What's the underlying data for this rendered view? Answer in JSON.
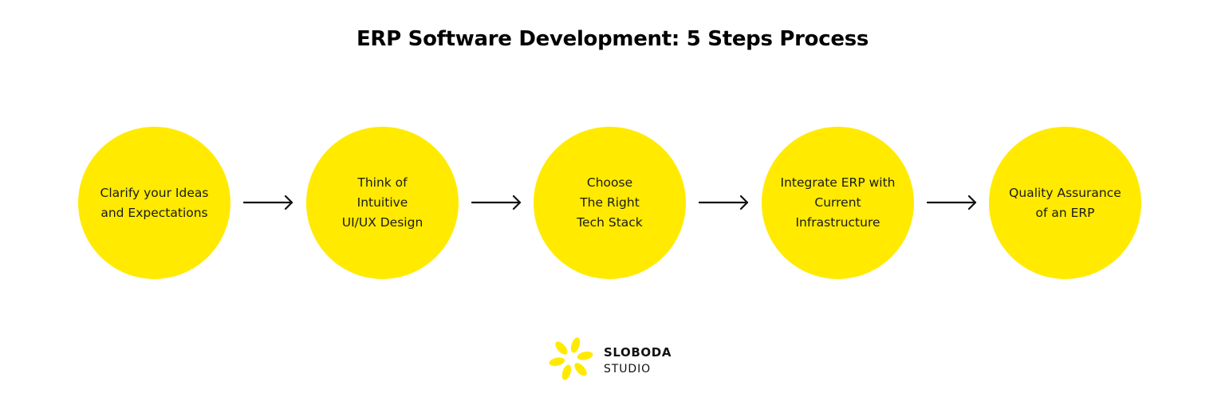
{
  "title": "ERP Software Development: 5 Steps Process",
  "steps": [
    {
      "label": "Clarify your Ideas\nand Expectations"
    },
    {
      "label": "Think of\nIntuitive\nUI/UX Design"
    },
    {
      "label": "Choose\nThe Right\nTech Stack"
    },
    {
      "label": "Integrate ERP with\nCurrent\nInfrastructure"
    },
    {
      "label": "Quality Assurance\nof an ERP"
    }
  ],
  "logo": {
    "name": "SLOBODA",
    "subtitle": "STUDIO",
    "icon": "sunflower-petals-icon"
  },
  "colors": {
    "accent": "#FFEA00",
    "text": "#111111",
    "arrow": "#111111",
    "background": "#FFFFFF"
  }
}
